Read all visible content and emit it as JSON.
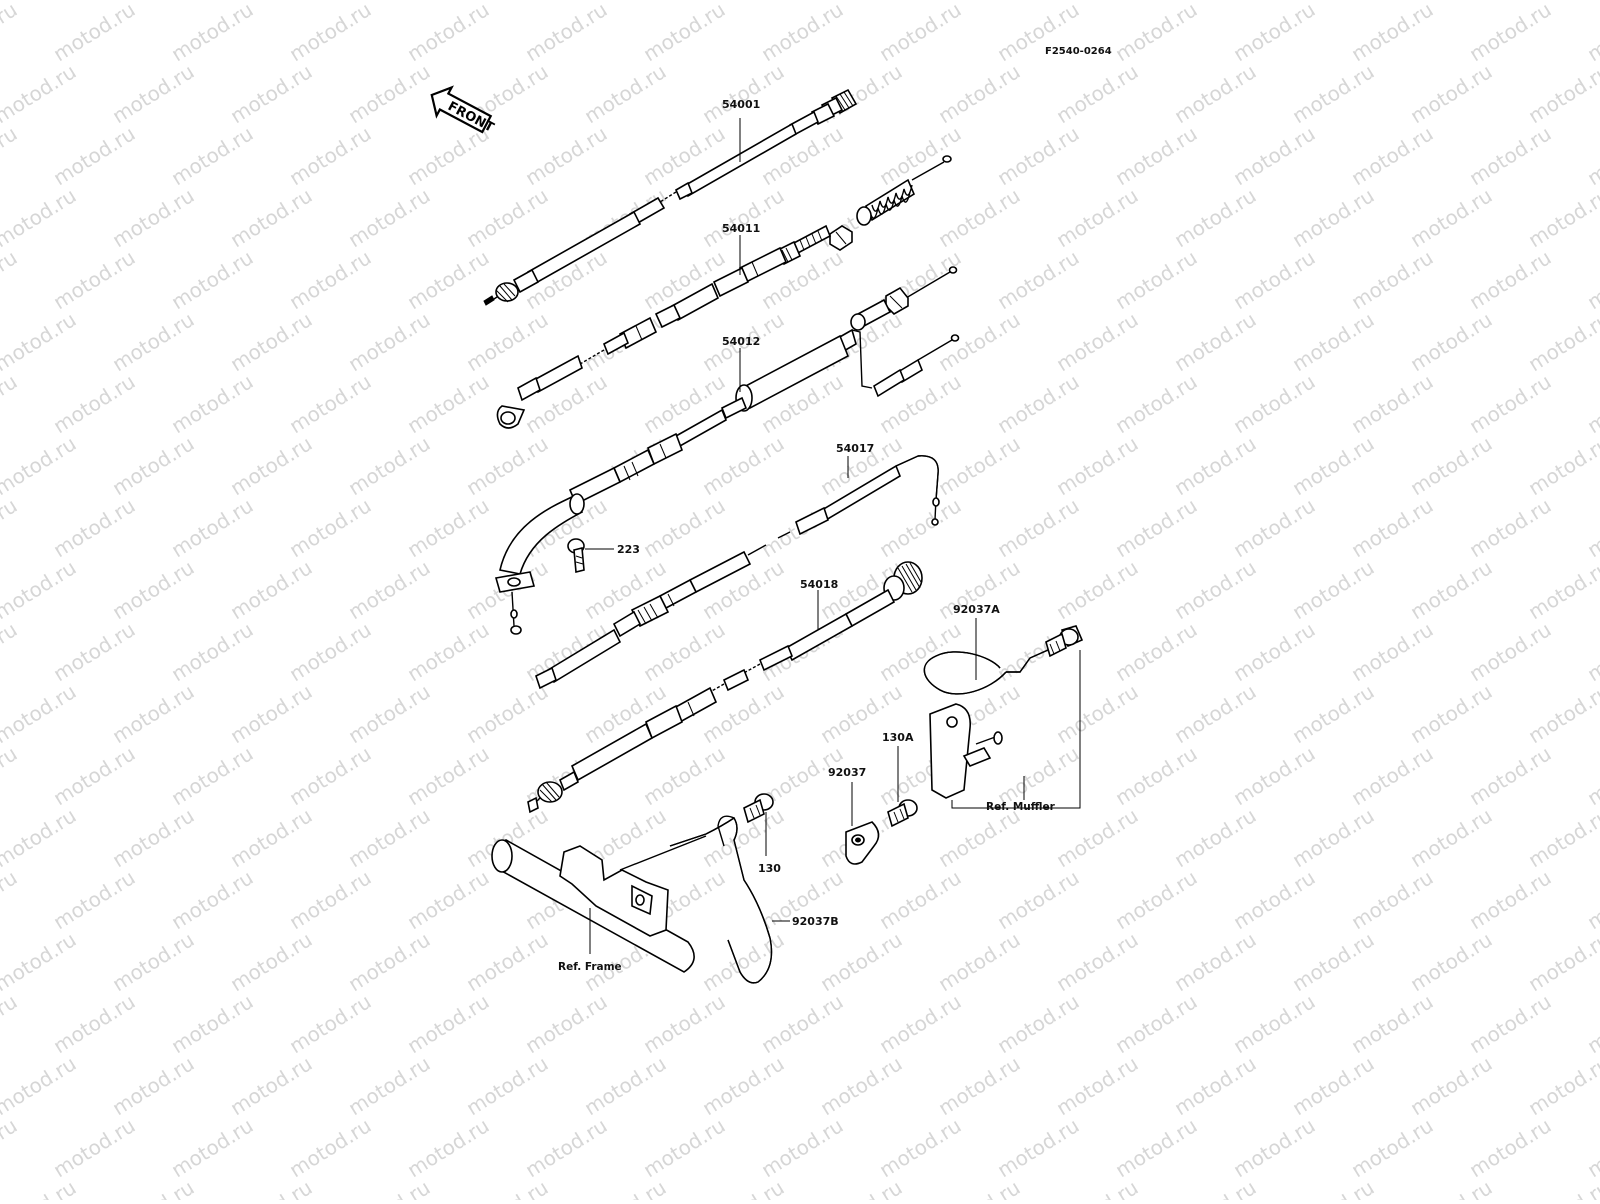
{
  "diagram": {
    "figure_code": "F2540-0264",
    "front_label": "FRONT",
    "watermark_text": "motod.ru",
    "parts": [
      {
        "id": "54001",
        "label": "54001"
      },
      {
        "id": "54011",
        "label": "54011"
      },
      {
        "id": "54012",
        "label": "54012"
      },
      {
        "id": "54017",
        "label": "54017"
      },
      {
        "id": "54018",
        "label": "54018"
      },
      {
        "id": "223",
        "label": "223"
      },
      {
        "id": "92037A",
        "label": "92037A"
      },
      {
        "id": "130A",
        "label": "130A"
      },
      {
        "id": "92037",
        "label": "92037"
      },
      {
        "id": "130",
        "label": "130"
      },
      {
        "id": "92037B",
        "label": "92037B"
      }
    ],
    "references": [
      {
        "id": "ref-muffler",
        "label": "Ref. Muffler"
      },
      {
        "id": "ref-frame",
        "label": "Ref. Frame"
      }
    ],
    "colors": {
      "background": "#ffffff",
      "ink": "#000000",
      "watermark": "#d6d6d6"
    }
  }
}
